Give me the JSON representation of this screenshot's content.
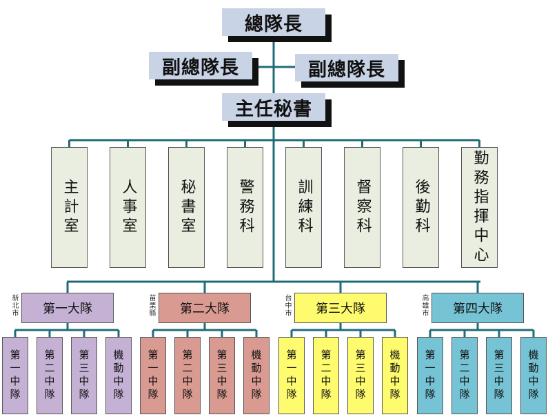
{
  "colors": {
    "connector": "#1f6b78",
    "leadership": "#c9d3e6",
    "department": "#eaeee0",
    "brigades": [
      "#c4b1d4",
      "#d99a91",
      "#fffb6e",
      "#75c3d4"
    ]
  },
  "leadership": {
    "commander": "總隊長",
    "deputy_left": "副總隊長",
    "deputy_right": "副總隊長",
    "chief_secretary": "主任秘書"
  },
  "departments": [
    "主計室",
    "人事室",
    "秘書室",
    "警務科",
    "訓練科",
    "督察科",
    "後勤科",
    "勤務指揮中心"
  ],
  "brigades": [
    {
      "name": "第一大隊",
      "city": "新北市",
      "squadrons": [
        "第一中隊",
        "第二中隊",
        "第三中隊",
        "機動中隊"
      ]
    },
    {
      "name": "第二大隊",
      "city": "苗栗縣",
      "squadrons": [
        "第一中隊",
        "第二中隊",
        "第三中隊",
        "機動中隊"
      ]
    },
    {
      "name": "第三大隊",
      "city": "台中市",
      "squadrons": [
        "第一中隊",
        "第二中隊",
        "第三中隊",
        "機動中隊"
      ]
    },
    {
      "name": "第四大隊",
      "city": "高雄市",
      "squadrons": [
        "第一中隊",
        "第二中隊",
        "第三中隊",
        "機動中隊"
      ]
    }
  ]
}
